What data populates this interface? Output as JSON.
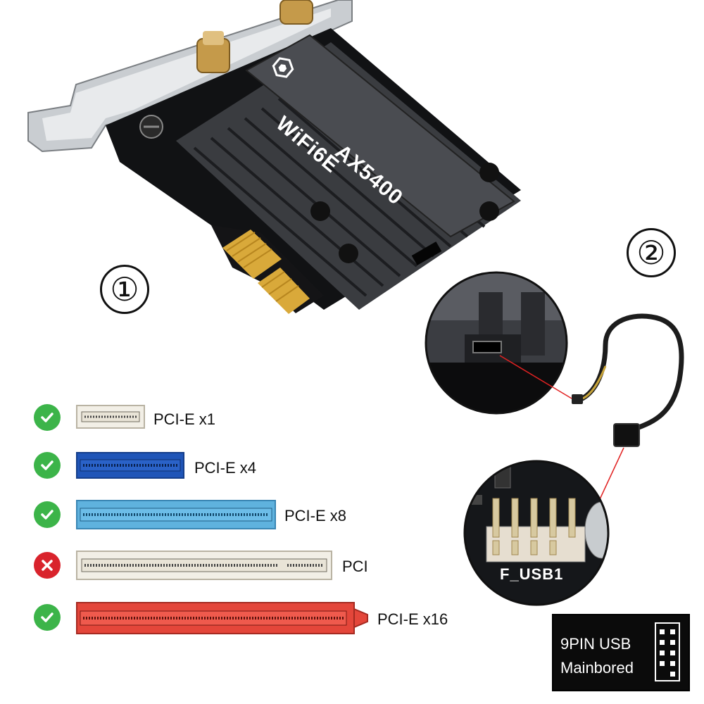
{
  "card": {
    "brand_text": "WiFi6E",
    "model_text": "AX5400"
  },
  "steps": {
    "step1": "①",
    "step2": "②"
  },
  "slots": [
    {
      "label": "PCI-E x1",
      "compatible": true,
      "color": "#e9e4d7"
    },
    {
      "label": "PCI-E x4",
      "compatible": true,
      "color": "#1f55b8"
    },
    {
      "label": "PCI-E x8",
      "compatible": true,
      "color": "#5fb2de"
    },
    {
      "label": "PCI",
      "compatible": false,
      "color": "#e9e4d7"
    },
    {
      "label": "PCI-E x16",
      "compatible": true,
      "color": "#e4463a"
    }
  ],
  "header_label": "F_USB1",
  "legend": {
    "line1": "9PIN USB",
    "line2": "Mainbored"
  },
  "colors": {
    "ok": "#3cb449",
    "no": "#d9232c",
    "heatsink": "#3a3c40",
    "gold": "#d9a93a",
    "pointer": "#e12222"
  }
}
